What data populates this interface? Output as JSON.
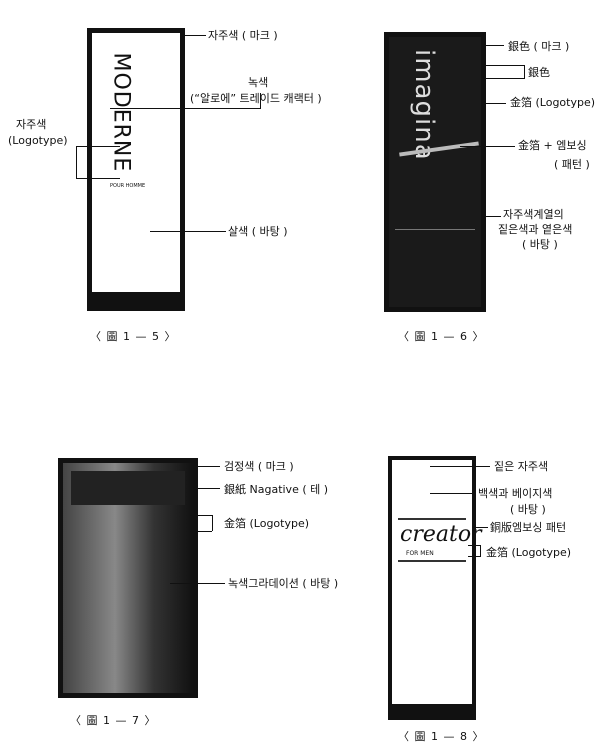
{
  "figures": [
    {
      "caption": "〈 圖 1 — 5 〉",
      "product_text": "MODERNE",
      "package_small_text": "POUR HOMME",
      "labels": [
        "자주색 ( 마크 )",
        "녹색",
        "(“알로에” 트레이드 캐랙터 )",
        "자주색",
        "(Logotype)",
        "살색 ( 바탕 )"
      ]
    },
    {
      "caption": "〈 圖 1 — 6 〉",
      "product_text": "imagina",
      "labels": [
        "銀色 ( 마크 )",
        "銀色",
        "金箔 (Logotype)",
        "金箔 + 엠보싱",
        "( 패턴 )",
        "자주색계열의",
        "짙은색과 옅은색",
        "( 바탕 )"
      ]
    },
    {
      "caption": "〈 圖 1 — 7 〉",
      "labels": [
        "검정색 ( 마크 )",
        "銀紙 Nagative ( 테 )",
        "金箔 (Logotype)",
        "녹색그라데이션 ( 바탕 )"
      ]
    },
    {
      "caption": "〈 圖 1 — 8 〉",
      "product_text": "creator",
      "package_small_text": "FOR MEN",
      "labels": [
        "짙은 자주색",
        "백색과 베이지색",
        "( 바탕 )",
        "銅版엠보싱 패턴",
        "金箔 (Logotype)"
      ]
    }
  ]
}
